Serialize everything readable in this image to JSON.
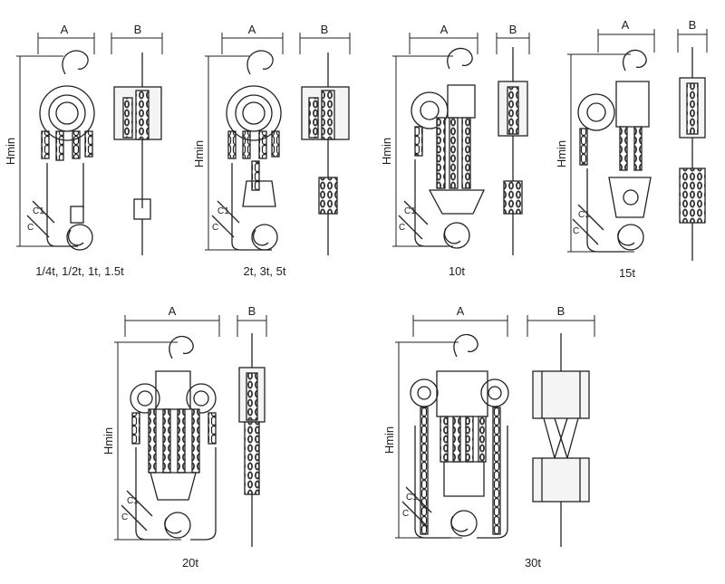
{
  "figure": {
    "panels": [
      {
        "id": "p1",
        "caption": "1/4t, 1/2t, 1t, 1.5t",
        "dim_a": "A",
        "dim_b": "B",
        "dim_h": "Hmin",
        "dim_c": "C",
        "dim_c1": "C1"
      },
      {
        "id": "p2",
        "caption": "2t, 3t, 5t",
        "dim_a": "A",
        "dim_b": "B",
        "dim_h": "Hmin",
        "dim_c": "C",
        "dim_c1": "C1"
      },
      {
        "id": "p3",
        "caption": "10t",
        "dim_a": "A",
        "dim_b": "B",
        "dim_h": "Hmin",
        "dim_c": "C",
        "dim_c1": "C1"
      },
      {
        "id": "p4",
        "caption": "15t",
        "dim_a": "A",
        "dim_b": "B",
        "dim_h": "Hmin",
        "dim_c": "C",
        "dim_c1": "C1"
      },
      {
        "id": "p5",
        "caption": "20t",
        "dim_a": "A",
        "dim_b": "B",
        "dim_h": "Hmin",
        "dim_c": "C",
        "dim_c1": "C1"
      },
      {
        "id": "p6",
        "caption": "30t",
        "dim_a": "A",
        "dim_b": "B",
        "dim_h": "Hmin",
        "dim_c": "C",
        "dim_c1": "C1"
      }
    ]
  },
  "colors": {
    "line": "#222222",
    "background": "#ffffff",
    "fill_light": "#f2f2f2"
  }
}
